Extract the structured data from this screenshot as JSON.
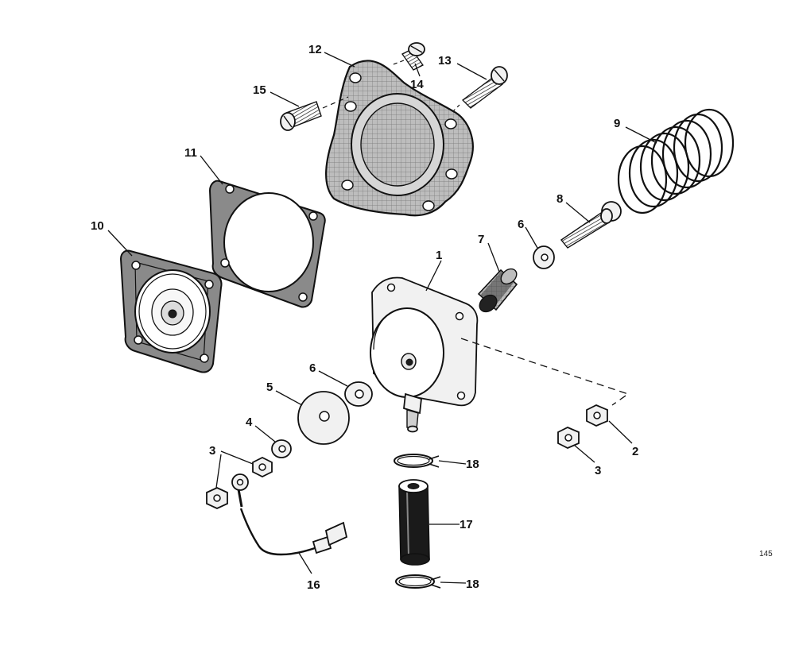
{
  "figure_number": "145",
  "callouts": {
    "c1": "1",
    "c2": "2",
    "c3a": "3",
    "c3b": "3",
    "c4": "4",
    "c5": "5",
    "c6a": "6",
    "c6b": "6",
    "c7": "7",
    "c8": "8",
    "c9": "9",
    "c10": "10",
    "c11": "11",
    "c12": "12",
    "c13": "13",
    "c14": "14",
    "c15": "15",
    "c16": "16",
    "c17": "17",
    "c18a": "18",
    "c18b": "18"
  },
  "colors": {
    "ink": "#111111",
    "gasket_shade": "#8a8a8a",
    "metal": "#f1f1f1",
    "paper": "#ffffff"
  }
}
